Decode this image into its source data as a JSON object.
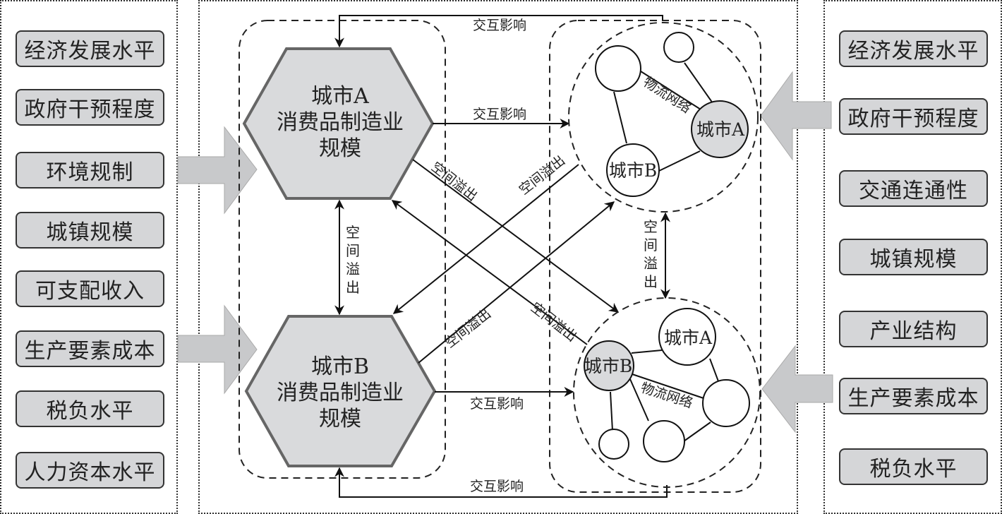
{
  "left_factors": [
    "经济发展水平",
    "政府干预程度",
    "环境规制",
    "城镇规模",
    "可支配收入",
    "生产要素成本",
    "税负水平",
    "人力资本水平"
  ],
  "right_factors": [
    "经济发展水平",
    "政府干预程度",
    "交通连通性",
    "城镇规模",
    "产业结构",
    "生产要素成本",
    "税负水平"
  ],
  "hexagons": {
    "city_a": {
      "line1": "城市A",
      "line2": "消费品制造业",
      "line3": "规模"
    },
    "city_b": {
      "line1": "城市B",
      "line2": "消费品制造业",
      "line3": "规模"
    }
  },
  "labels": {
    "interaction": "交互影响",
    "spillover": "空间溢出",
    "spillover_chars": [
      "空",
      "间",
      "溢",
      "出"
    ],
    "logistics": "物流网络"
  },
  "network_top": {
    "main": "城市A",
    "secondary": "城市B"
  },
  "network_bottom": {
    "main": "城市B",
    "secondary": "城市A"
  },
  "colors": {
    "box_fill": "#d5d6d8",
    "hex_fill": "#d9dadc",
    "hex_stroke": "#666666",
    "big_arrow": "#c8c9cb",
    "line": "#111111"
  }
}
